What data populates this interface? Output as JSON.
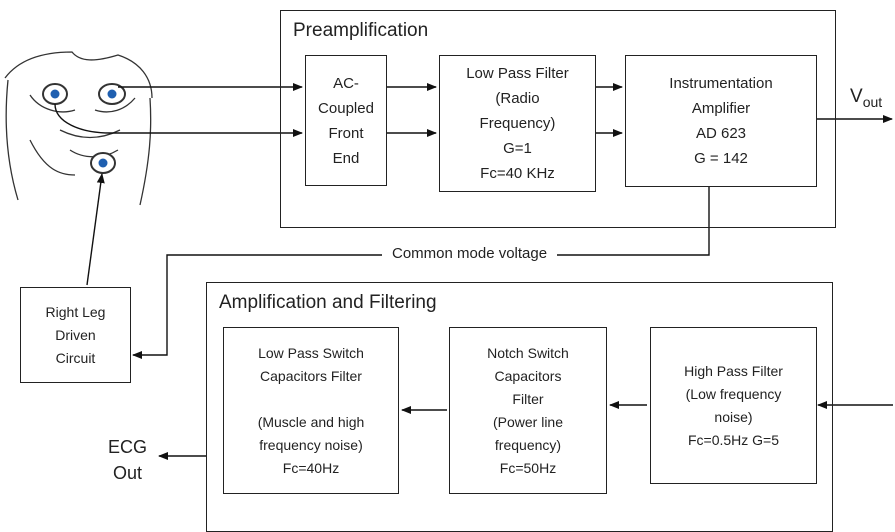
{
  "sections": {
    "preamp_title": "Preamplification",
    "amp_title": "Amplification and Filtering"
  },
  "blocks": {
    "ac_front_end": [
      "AC-",
      "Coupled",
      "Front",
      "End"
    ],
    "lpf_radio": [
      "Low Pass Filter",
      "(Radio",
      "Frequency)",
      "G=1",
      "Fc=40 KHz"
    ],
    "inst_amp": [
      "Instrumentation",
      "Amplifier",
      "AD 623",
      "G = 142"
    ],
    "right_leg": [
      "Right Leg",
      "Driven",
      "Circuit"
    ],
    "lpf_switch": [
      "Low Pass Switch",
      "Capacitors Filter",
      "",
      "(Muscle and high",
      "frequency noise)",
      "Fc=40Hz"
    ],
    "notch": [
      "Notch Switch",
      "Capacitors",
      "Filter",
      "(Power line",
      "frequency)",
      "Fc=50Hz"
    ],
    "hpf": [
      "High Pass Filter",
      "(Low frequency",
      "noise)",
      "Fc=0.5Hz G=5"
    ]
  },
  "labels": {
    "vout_main": "V",
    "vout_sub": "out",
    "common_mode": "Common mode  voltage",
    "ecg_out_1": "ECG",
    "ecg_out_2": "Out"
  }
}
